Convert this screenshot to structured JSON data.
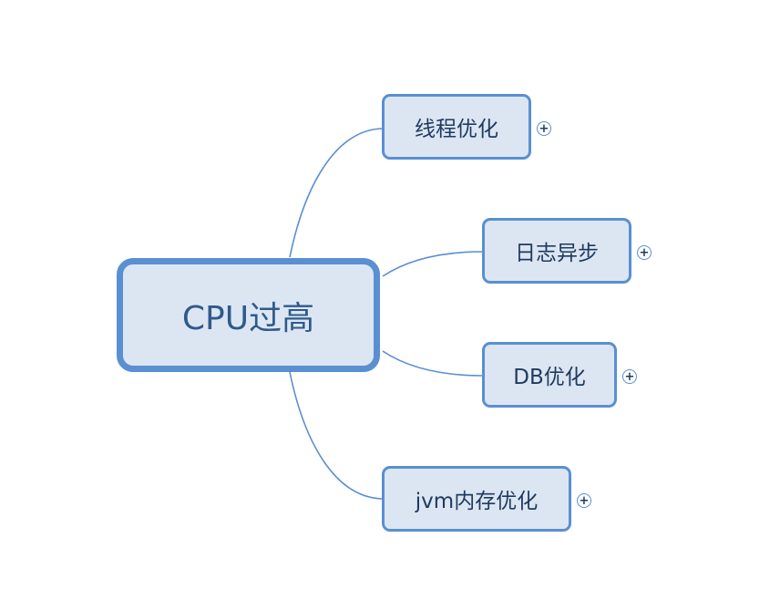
{
  "central_topic": {
    "label": "CPU过高"
  },
  "branches": [
    {
      "label": "线程优化",
      "collapsed": true,
      "expander_icon": "plus-circle"
    },
    {
      "label": "日志异步",
      "collapsed": true,
      "expander_icon": "plus-circle"
    },
    {
      "label": "DB优化",
      "collapsed": true,
      "expander_icon": "plus-circle"
    },
    {
      "label": "jvm内存优化",
      "collapsed": true,
      "expander_icon": "plus-circle"
    }
  ],
  "expander_symbol": "+",
  "colors": {
    "node_fill": "#dce6f2",
    "node_border": "#5a8fd2",
    "connector": "#5a8fd2",
    "text": "#1f3a5f"
  }
}
